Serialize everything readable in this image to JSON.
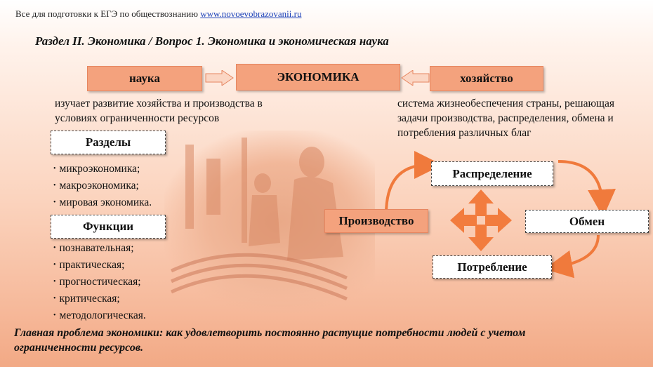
{
  "header": {
    "prefix": "Все для подготовки к ЕГЭ по обществознанию",
    "link": "www.novoevobrazovanii.ru"
  },
  "section_title": "Раздел II. Экономика / Вопрос 1. Экономика и экономическая наука",
  "top_row": {
    "left": "наука",
    "center": "ЭКОНОМИКА",
    "right": "хозяйство"
  },
  "left_desc": [
    "изучает развитие хозяйства и производства в",
    "условиях ограниченности ресурсов"
  ],
  "right_desc": [
    "система жизнеобеспечения страны, решающая",
    "задачи производства, распределения, обмена и",
    "потребления различных благ"
  ],
  "razdely": {
    "title": "Разделы",
    "items": [
      "микроэкономика;",
      "макроэкономика;",
      "мировая экономика."
    ]
  },
  "funkcii": {
    "title": "Функции",
    "items": [
      "познавательная;",
      "практическая;",
      "прогностическая;",
      "критическая;",
      "методологическая."
    ]
  },
  "cycle": {
    "production": "Производство",
    "distribution": "Распределение",
    "exchange": "Обмен",
    "consumption": "Потребление"
  },
  "bottom_text": [
    "Главная проблема экономики: как удовлетворить постоянно растущие потребности людей с учетом",
    "ограниченности ресурсов."
  ],
  "colors": {
    "accent": "#f4a27d",
    "arrow": "#f07a3c",
    "link": "#1a3fb8"
  }
}
